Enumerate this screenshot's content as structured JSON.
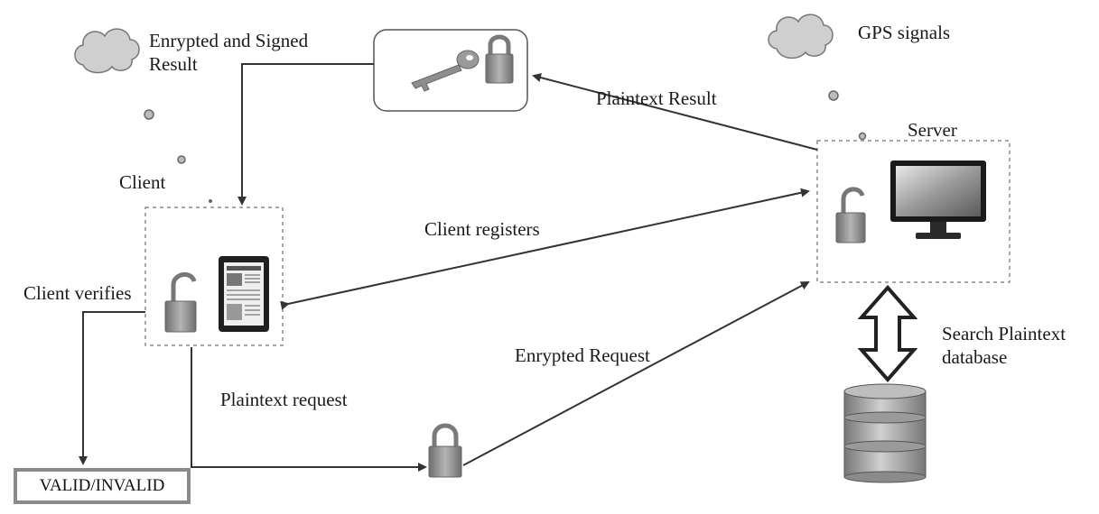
{
  "labels": {
    "encrypted_signed_result": "Enrypted and Signed Result",
    "gps_signals": "GPS signals",
    "plaintext_result": "Plaintext Result",
    "server": "Server",
    "client": "Client",
    "client_registers": "Client registers",
    "client_verifies": "Client verifies",
    "encrypted_request": "Enrypted Request",
    "search_plaintext_database": "Search Plaintext database",
    "plaintext_request": "Plaintext request",
    "valid_invalid": "VALID/INVALID"
  },
  "icons": {
    "cloud_left": "cloud-icon",
    "cloud_right": "cloud-icon",
    "key": "key-icon",
    "padlock_closed": "padlock-closed-icon",
    "padlock_open": "padlock-open-icon",
    "tablet": "tablet-icon",
    "monitor": "monitor-icon",
    "database": "database-icon"
  },
  "colors": {
    "line": "#333333",
    "dashed_border": "#8c8c8c",
    "cloud": "#c8c8c8",
    "padlock_body": "#8a8a8a"
  }
}
